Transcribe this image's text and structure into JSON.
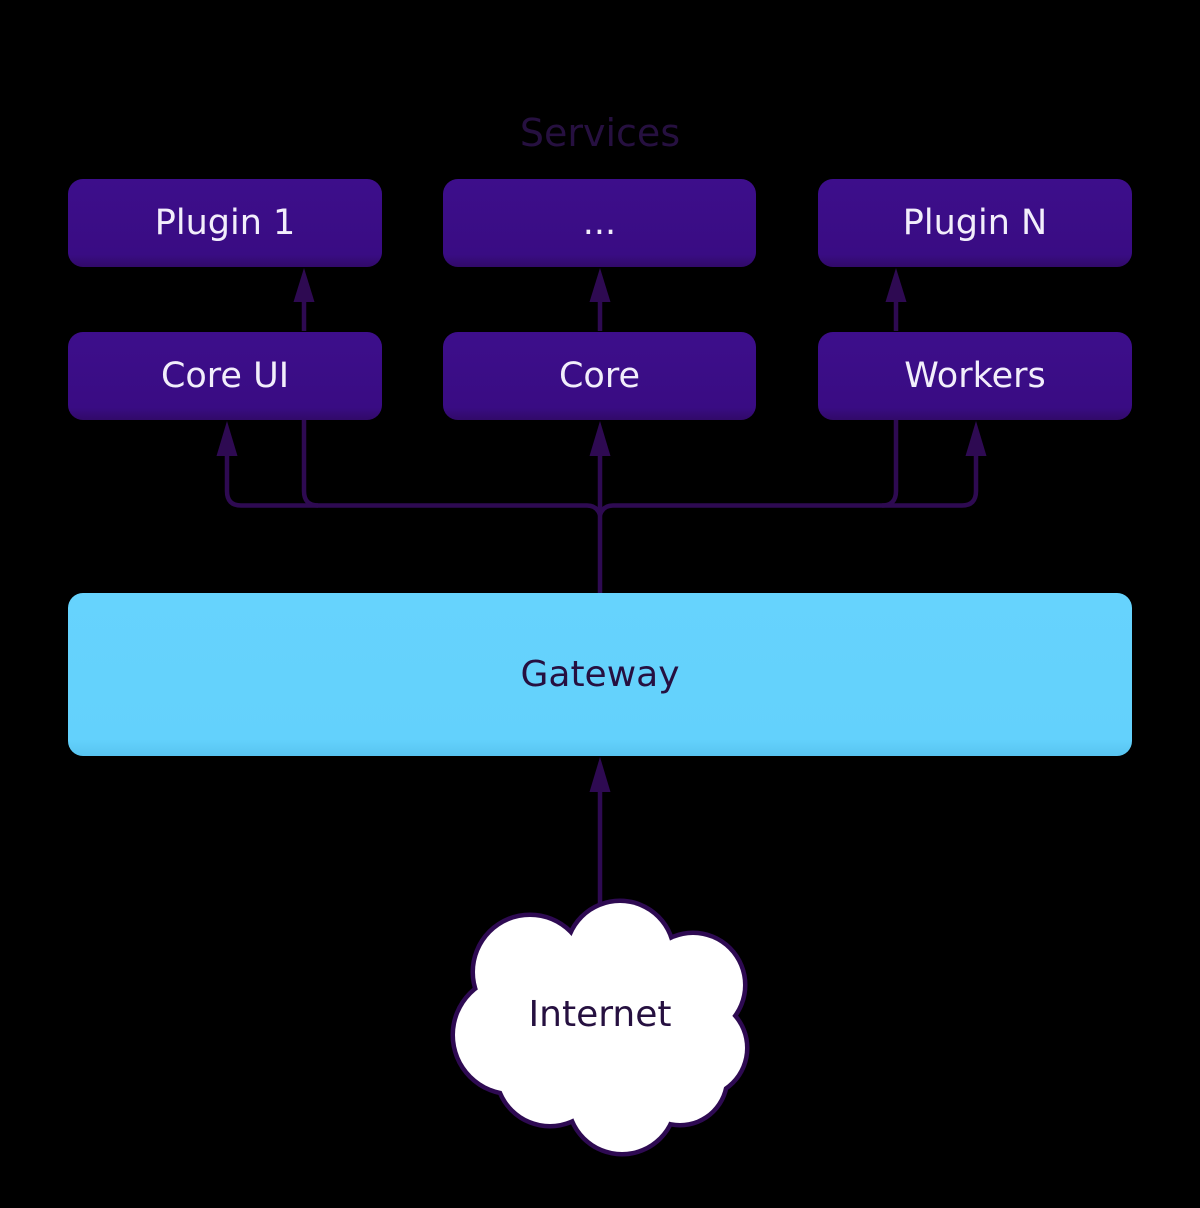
{
  "title": "Services",
  "nodes": {
    "plugin_1": {
      "label": "Plugin 1"
    },
    "plugin_more": {
      "label": "..."
    },
    "plugin_n": {
      "label": "Plugin N"
    },
    "core_ui": {
      "label": "Core UI"
    },
    "core": {
      "label": "Core"
    },
    "workers": {
      "label": "Workers"
    },
    "gateway": {
      "label": "Gateway"
    },
    "internet": {
      "label": "Internet"
    }
  },
  "edges": [
    {
      "from": "Core UI",
      "to": "Plugin 1",
      "arrow": "up"
    },
    {
      "from": "Core",
      "to": "...",
      "arrow": "up"
    },
    {
      "from": "Workers",
      "to": "Plugin N",
      "arrow": "up"
    },
    {
      "from": "Gateway",
      "to": "Core UI",
      "arrow": "up"
    },
    {
      "from": "Gateway",
      "to": "Core",
      "arrow": "up"
    },
    {
      "from": "Gateway",
      "to": "Workers",
      "arrow": "up"
    },
    {
      "from": "Internet",
      "to": "Gateway",
      "arrow": "up"
    }
  ],
  "colors": {
    "background": "#000000",
    "node_fill": "#3a0d87",
    "node_text": "#f2eefb",
    "gateway_fill": "#63d1fc",
    "dark_text": "#261040",
    "line": "#2e0a52",
    "cloud_fill": "#ffffff"
  }
}
